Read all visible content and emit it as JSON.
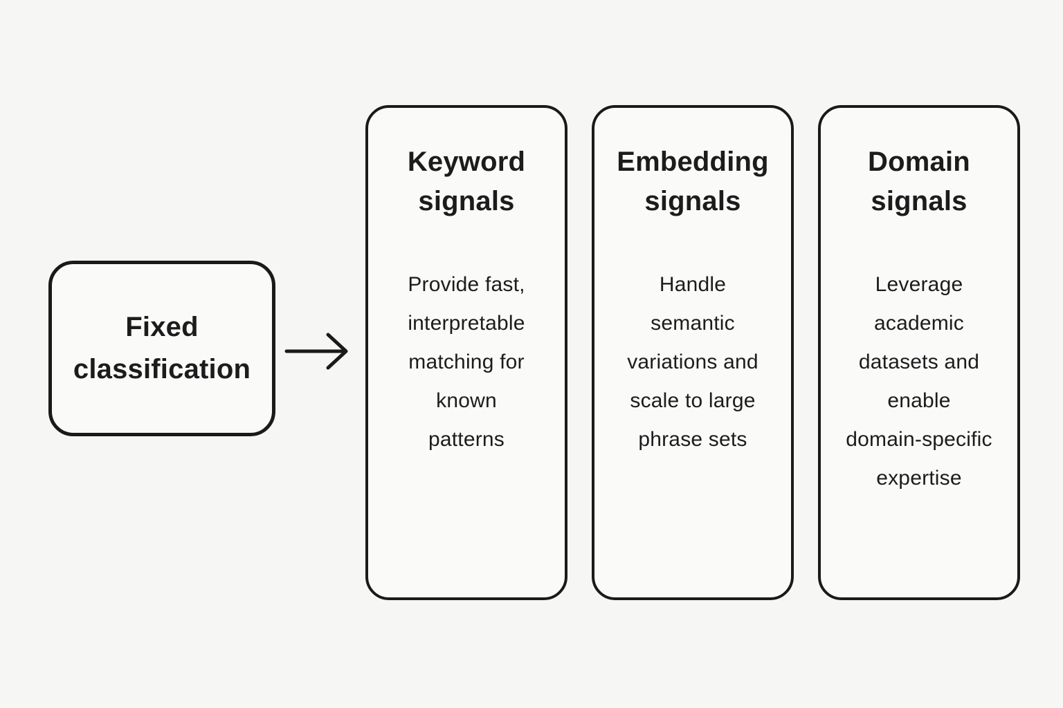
{
  "diagram": {
    "source": {
      "label": "Fixed\nclassification"
    },
    "arrow": {
      "name": "arrow-right",
      "direction": "right"
    },
    "cards": [
      {
        "title": "Keyword\nsignals",
        "body": "Provide fast,\ninterpretable\nmatching for\nknown\npatterns"
      },
      {
        "title": "Embedding\nsignals",
        "body": "Handle\nsemantic\nvariations and\nscale to large\nphrase sets"
      },
      {
        "title": "Domain\nsignals",
        "body": "Leverage\nacademic\ndatasets and\nenable\ndomain-specific\nexpertise"
      }
    ],
    "colors": {
      "background": "#f6f6f5",
      "card_fill": "#fafaf9",
      "stroke": "#1a1a1a",
      "text": "#1c1c1c"
    }
  }
}
